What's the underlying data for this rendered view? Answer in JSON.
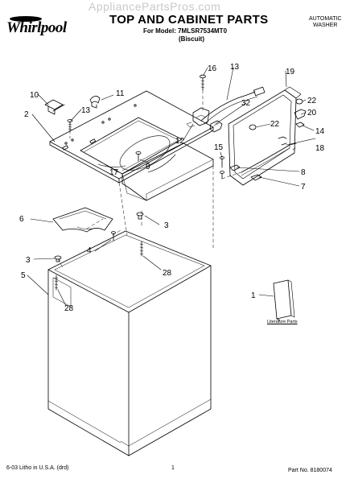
{
  "watermark": "AppliancePartsPros.com",
  "brand": {
    "logo": "Whirlpool"
  },
  "header": {
    "title": "TOP AND CABINET PARTS",
    "model_line": "For Model: 7MLSR7534MT0",
    "color_line": "(Biscuit)",
    "product_type_line1": "AUTOMATIC",
    "product_type_line2": "WASHER"
  },
  "footer": {
    "litho": "6-03 Litho in U.S.A. (drd)",
    "page": "1",
    "part_number": "Part No. 8180074"
  },
  "literature": {
    "label": "Literature Parts"
  },
  "callouts": [
    "1",
    "2",
    "3",
    "3",
    "4",
    "5",
    "6",
    "7",
    "8",
    "9",
    "10",
    "11",
    "12",
    "13",
    "13",
    "14",
    "15",
    "16",
    "17",
    "18",
    "19",
    "20",
    "22",
    "22",
    "28",
    "28",
    "32"
  ],
  "colors": {
    "ink": "#000000",
    "watermark": "#c9c9c9",
    "paper": "#ffffff"
  }
}
